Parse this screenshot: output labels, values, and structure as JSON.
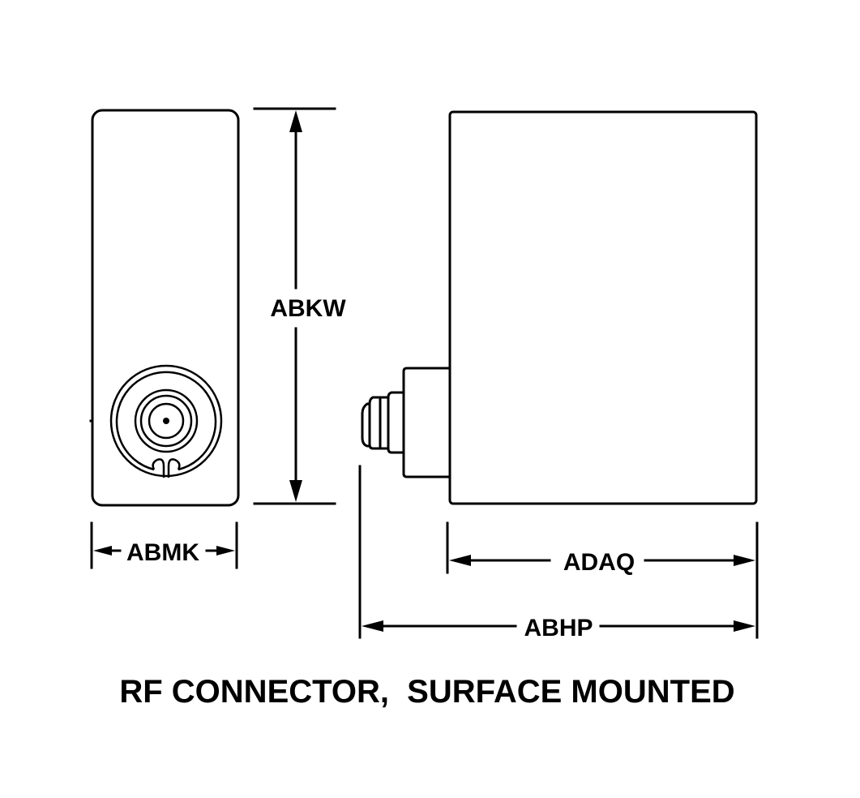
{
  "title": "RF CONNECTOR,  SURFACE MOUNTED",
  "dimensions": {
    "height": "ABKW",
    "front_width": "ABMK",
    "body_length": "ADAQ",
    "overall_length": "ABHP"
  },
  "colors": {
    "line": "#000000",
    "background": "#ffffff"
  }
}
